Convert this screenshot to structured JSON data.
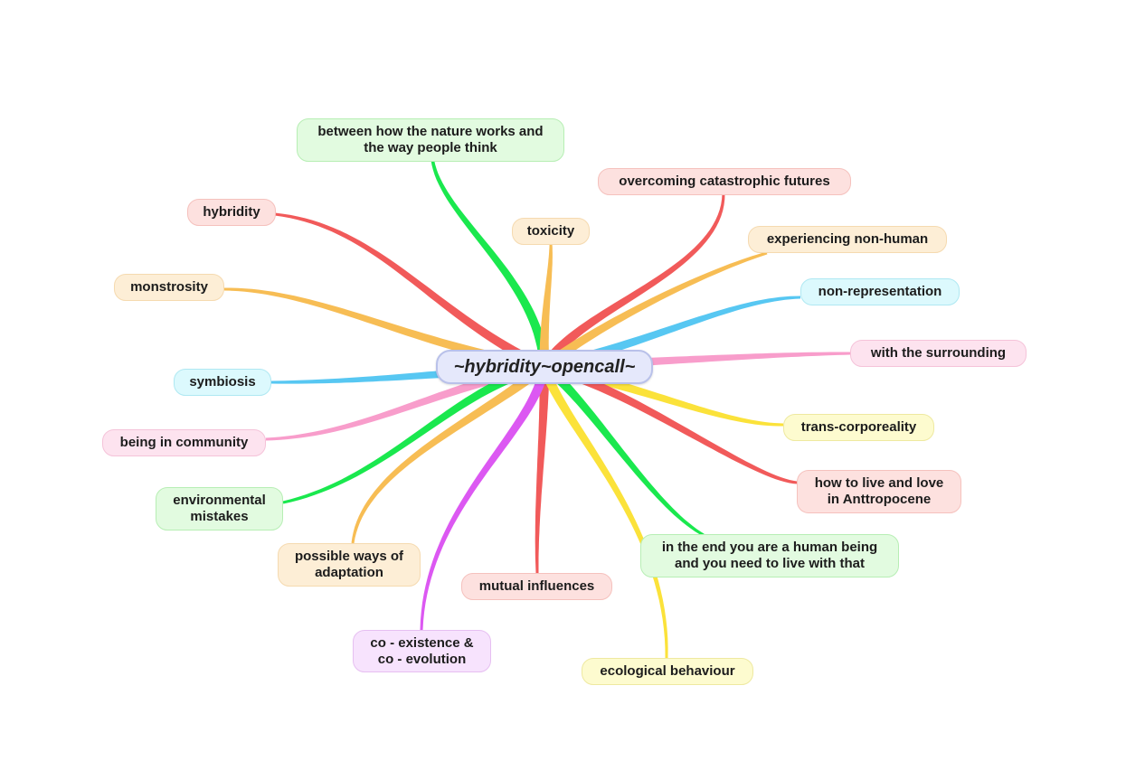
{
  "central": {
    "label": "~hybridity~opencall~"
  },
  "colors": {
    "red": "#f15a5a",
    "orange": "#f7bd54",
    "green": "#1ae84e",
    "blue": "#57c7f2",
    "pink": "#f89dcb",
    "yellow": "#fbe23a",
    "purple": "#dc58f2",
    "fill_red": "#fde1df",
    "border_red": "#f5c1bd",
    "fill_orange": "#fdeed6",
    "border_orange": "#f5dab0",
    "fill_green": "#e2fbe0",
    "border_green": "#b7eeb4",
    "fill_blue": "#dcf9fd",
    "border_blue": "#afe8f2",
    "fill_pink": "#fde3ef",
    "border_pink": "#f5c3d9",
    "fill_yellow": "#fdfbcf",
    "border_yellow": "#eee9a0",
    "fill_purple": "#f7e3fd",
    "border_purple": "#e6bff1"
  },
  "nodes": [
    {
      "id": "n1",
      "label": "between how the nature works and\nthe way people think",
      "color": "green"
    },
    {
      "id": "n2",
      "label": "overcoming catastrophic futures",
      "color": "red"
    },
    {
      "id": "n3",
      "label": "hybridity",
      "color": "red"
    },
    {
      "id": "n4",
      "label": "toxicity",
      "color": "orange"
    },
    {
      "id": "n5",
      "label": "experiencing non-human",
      "color": "orange"
    },
    {
      "id": "n6",
      "label": "monstrosity",
      "color": "orange"
    },
    {
      "id": "n7",
      "label": "non-representation",
      "color": "blue"
    },
    {
      "id": "n8",
      "label": "with the surrounding",
      "color": "pink"
    },
    {
      "id": "n9",
      "label": "symbiosis",
      "color": "blue"
    },
    {
      "id": "n10",
      "label": "trans-corporeality",
      "color": "yellow"
    },
    {
      "id": "n11",
      "label": "being in community",
      "color": "pink"
    },
    {
      "id": "n12",
      "label": "how to live and love\nin Anttropocene",
      "color": "red"
    },
    {
      "id": "n13",
      "label": "environmental\nmistakes",
      "color": "green"
    },
    {
      "id": "n14",
      "label": "in the end you are a human being\nand you need to live with that",
      "color": "green"
    },
    {
      "id": "n15",
      "label": "possible ways of\nadaptation",
      "color": "orange"
    },
    {
      "id": "n16",
      "label": "mutual influences",
      "color": "red"
    },
    {
      "id": "n17",
      "label": "co - existence &\nco - evolution",
      "color": "purple"
    },
    {
      "id": "n18",
      "label": "ecological behaviour",
      "color": "yellow"
    }
  ]
}
